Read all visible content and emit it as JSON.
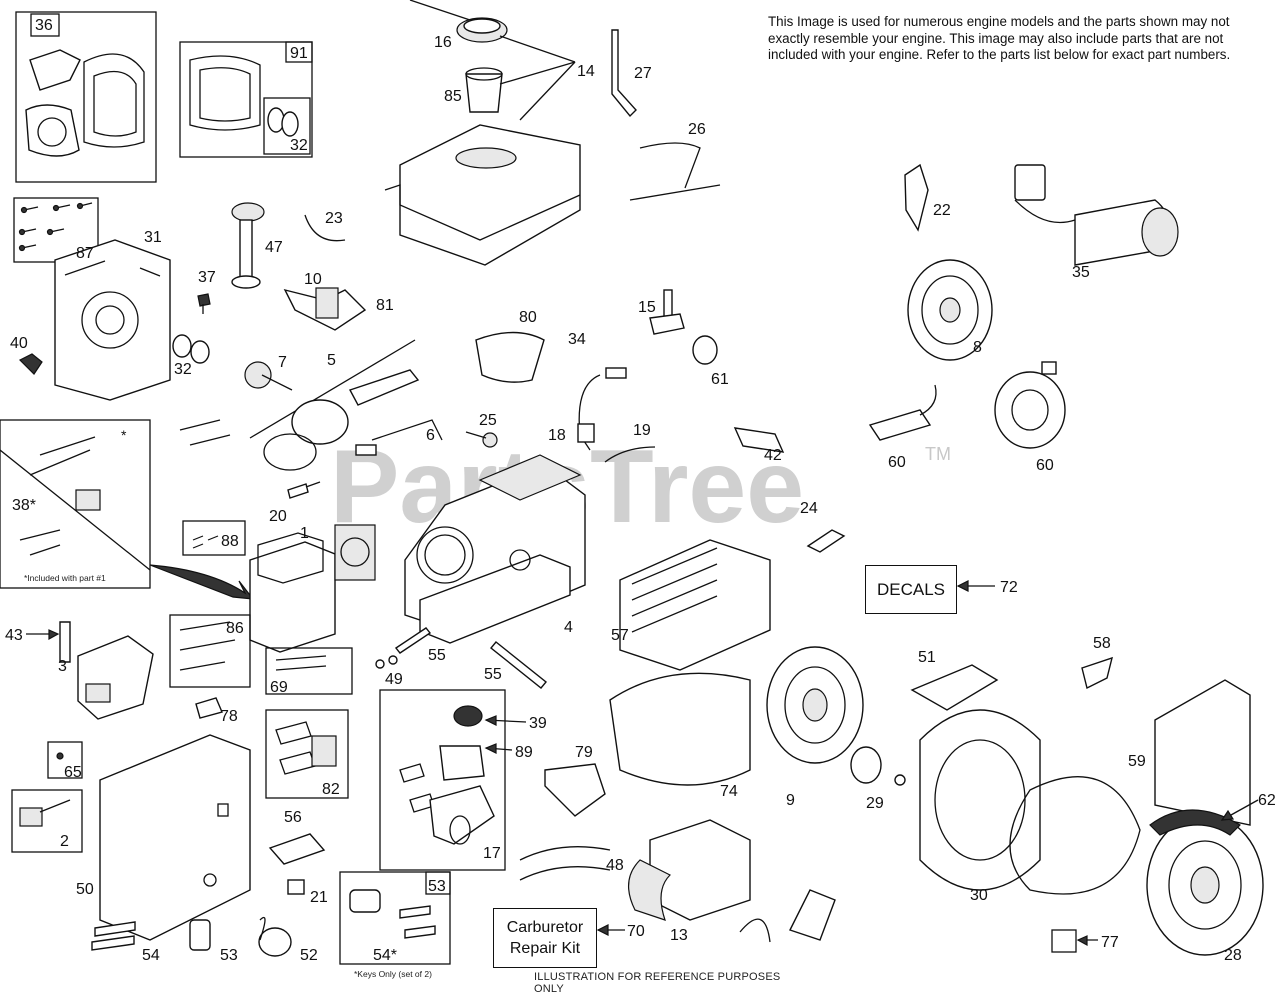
{
  "notice": "This Image is used for numerous engine models and the parts shown may not exactly resemble your engine. This image may also include parts that are not included with your engine. Refer to the parts list below for exact part numbers.",
  "footer": "ILLUSTRATION FOR REFERENCE PURPOSES ONLY",
  "watermark": "PartsTree",
  "watermark_tm": "TM",
  "decals_label": "DECALS",
  "carb_kit_line1": "Carburetor",
  "carb_kit_line2": "Repair Kit",
  "included_note": "*Included with part #1",
  "keys_note": "*Keys Only (set of 2)",
  "asterisk": "*",
  "callouts": {
    "c36": "36",
    "c91": "91",
    "c32a": "32",
    "c87": "87",
    "c31": "31",
    "c40": "40",
    "c37": "37",
    "c32b": "32",
    "c47": "47",
    "c23": "23",
    "c10": "10",
    "c81": "81",
    "c7": "7",
    "c5": "5",
    "c6": "6",
    "c38": "38*",
    "c20": "20",
    "c88": "88",
    "c1": "1",
    "c43": "43",
    "c3": "3",
    "c86": "86",
    "c69": "69",
    "c78": "78",
    "c65": "65",
    "c2": "2",
    "c82": "82",
    "c50": "50",
    "c56": "56",
    "c54a": "54",
    "c53a": "53",
    "c52": "52",
    "c21": "21",
    "c53b": "53",
    "c54b": "54*",
    "c16": "16",
    "c14": "14",
    "c85": "85",
    "c27": "27",
    "c26": "26",
    "c80": "80",
    "c34": "34",
    "c15": "15",
    "c61": "61",
    "c18": "18",
    "c19": "19",
    "c25": "25",
    "c42": "42",
    "c24": "24",
    "c49": "49",
    "c55a": "55",
    "c55b": "55",
    "c4": "4",
    "c57": "57",
    "c39": "39",
    "c89": "89",
    "c17": "17",
    "c79": "79",
    "c74": "74",
    "c48": "48",
    "c13": "13",
    "c70": "70",
    "c9": "9",
    "c29": "29",
    "c22": "22",
    "c35": "35",
    "c8": "8",
    "c60a": "60",
    "c60b": "60",
    "c72": "72",
    "c51": "51",
    "c58": "58",
    "c59": "59",
    "c62": "62",
    "c30": "30",
    "c28": "28",
    "c77": "77"
  }
}
